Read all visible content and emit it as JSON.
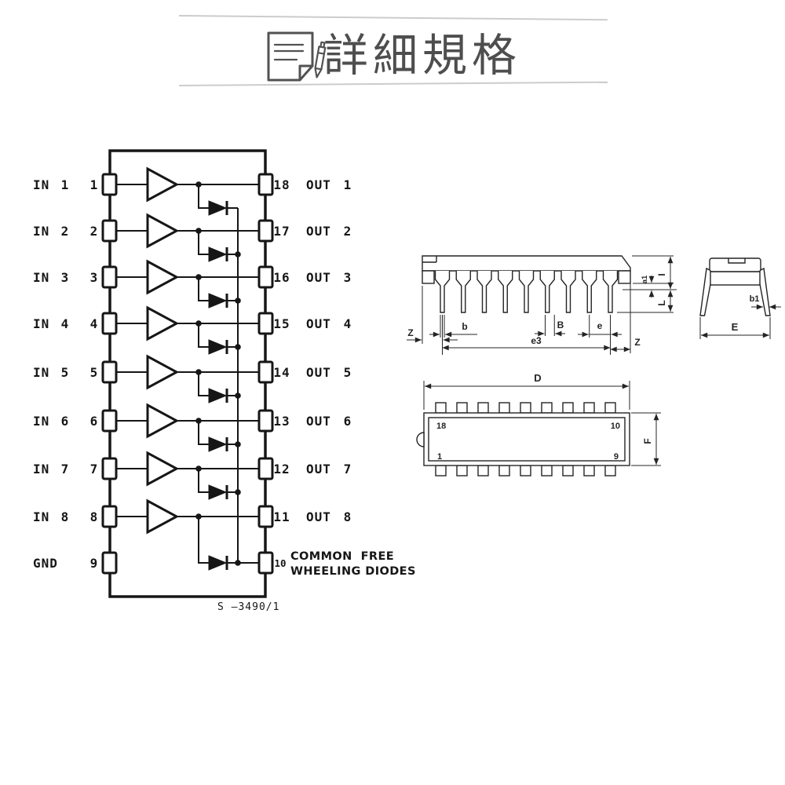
{
  "header": {
    "title": "詳細規格",
    "icon": "document-pen-icon"
  },
  "schematic": {
    "channels": [
      {
        "in_name": "IN",
        "in_num": "1",
        "pin_left": "1",
        "pin_right": "18",
        "out_name": "OUT",
        "out_num": "1"
      },
      {
        "in_name": "IN",
        "in_num": "2",
        "pin_left": "2",
        "pin_right": "17",
        "out_name": "OUT",
        "out_num": "2"
      },
      {
        "in_name": "IN",
        "in_num": "3",
        "pin_left": "3",
        "pin_right": "16",
        "out_name": "OUT",
        "out_num": "3"
      },
      {
        "in_name": "IN",
        "in_num": "4",
        "pin_left": "4",
        "pin_right": "15",
        "out_name": "OUT",
        "out_num": "4"
      },
      {
        "in_name": "IN",
        "in_num": "5",
        "pin_left": "5",
        "pin_right": "14",
        "out_name": "OUT",
        "out_num": "5"
      },
      {
        "in_name": "IN",
        "in_num": "6",
        "pin_left": "6",
        "pin_right": "13",
        "out_name": "OUT",
        "out_num": "6"
      },
      {
        "in_name": "IN",
        "in_num": "7",
        "pin_left": "7",
        "pin_right": "12",
        "out_name": "OUT",
        "out_num": "7"
      },
      {
        "in_name": "IN",
        "in_num": "8",
        "pin_left": "8",
        "pin_right": "11",
        "out_name": "OUT",
        "out_num": "8"
      }
    ],
    "gnd_label": "GND",
    "gnd_pin": "9",
    "common_pin": "10",
    "common_line1": "COMMON  FREE",
    "common_line2": "WHEELING DIODES",
    "ref_label": "S –3490/1"
  },
  "package": {
    "side": {
      "z_left": "Z",
      "b": "b",
      "B": "B",
      "e": "e",
      "e3": "e3",
      "z_right": "Z",
      "a1": "a1",
      "height": "I",
      "lead": "L"
    },
    "end": {
      "b1": "b1",
      "E": "E"
    },
    "top": {
      "D": "D",
      "F": "F",
      "pin_tl": "18",
      "pin_tr": "10",
      "pin_bl": "1",
      "pin_br": "9"
    }
  },
  "colors": {
    "ink": "#161616",
    "package_ink": "#242424",
    "title_gray": "#4e4e4e",
    "rule_gray": "#cccccc"
  }
}
